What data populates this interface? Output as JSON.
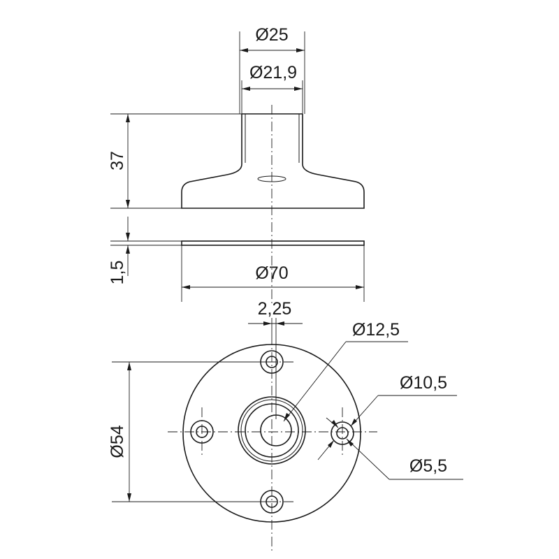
{
  "dimensions": {
    "stem_outer": "Ø25",
    "stem_inner": "Ø21,9",
    "height": "37",
    "gasket_thickness": "1,5",
    "base_diameter": "Ø70",
    "hole_offset": "2,25",
    "center_bore": "Ø12,5",
    "hole_counterbore": "Ø10,5",
    "bolt_circle": "Ø54",
    "hole_diameter": "Ø5,5"
  }
}
